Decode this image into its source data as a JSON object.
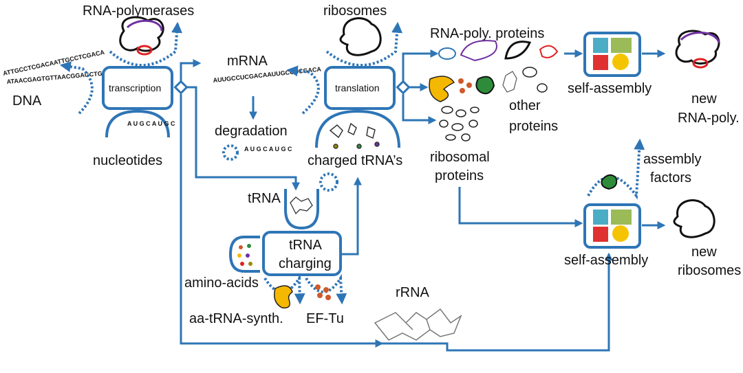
{
  "labels": {
    "rna_polymerases": "RNA-polymerases",
    "ribosomes": "ribosomes",
    "rna_poly_proteins": "RNA-poly. proteins",
    "dna": "DNA",
    "transcription": "transcription",
    "mrna": "mRNA",
    "translation": "translation",
    "self_assembly_1": "self-assembly",
    "new_rna_poly_1": "new",
    "new_rna_poly_2": "RNA-poly.",
    "other_proteins_1": "other",
    "other_proteins_2": "proteins",
    "nucleotides": "nucleotides",
    "degradation": "degradation",
    "charged_trna": "charged tRNA’s",
    "ribosomal_proteins_1": "ribosomal",
    "ribosomal_proteins_2": "proteins",
    "assembly_factors_1": "assembly",
    "assembly_factors_2": "factors",
    "trna": "tRNA",
    "trna_charging_1": "tRNA",
    "trna_charging_2": "charging",
    "amino_acids": "amino-acids",
    "aa_trna_synth": "aa-tRNA-synth.",
    "ef_tu": "EF-Tu",
    "rrna": "rRNA",
    "self_assembly_2": "self-assembly",
    "new_ribosomes_1": "new",
    "new_ribosomes_2": "ribosomes"
  },
  "sequences": {
    "dna_top": "ATTGCCTCGACAATTGCCTCGACA",
    "dna_bottom": "ATAACGAGTGTTAACGGAGCTGTT",
    "mrna": "AUUGCCUCGACAAUUGCCUCGACA",
    "nucleotide_letters": "A U G C A U G C"
  },
  "colors": {
    "arrow": "#2e75b6",
    "purple": "#7030a0",
    "red": "#e02020",
    "yellow": "#f5b800",
    "green": "#2e8b3a",
    "orange": "#d0592a"
  }
}
